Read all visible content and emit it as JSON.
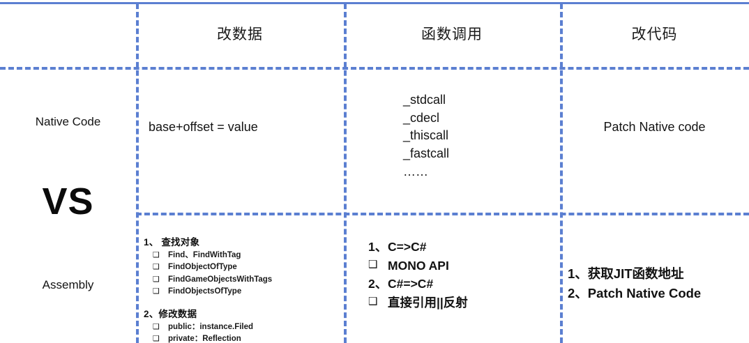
{
  "slide": {
    "title_center_label": "VS",
    "accent_color": "#5b7fd1",
    "text_color": "#141414"
  },
  "table": {
    "column_headers": [
      {
        "label": ""
      },
      {
        "label": "改数据"
      },
      {
        "label": "函数调用"
      },
      {
        "label": "改代码"
      }
    ],
    "row_labels": [
      {
        "label": "Native Code"
      },
      {
        "label": "Assembly"
      }
    ],
    "native": {
      "data": "base+offset = value",
      "calls": "_stdcall\n_cdecl\n_thiscall\n_fastcall\n……",
      "code": "Patch Native code"
    },
    "assembly": {
      "data_groups": [
        {
          "heading": "1、 查找对象",
          "items": [
            {
              "marker": "❑",
              "label": "Find、FindWithTag"
            },
            {
              "marker": "❑",
              "label": "FindObjectOfType"
            },
            {
              "marker": "❑",
              "label": "FindGameObjectsWithTags"
            },
            {
              "marker": "❑",
              "label": "FindObjectsOfType"
            }
          ]
        },
        {
          "heading": "2、修改数据",
          "items": [
            {
              "marker": "❑",
              "label": "public：instance.Filed"
            },
            {
              "marker": "❑",
              "label": "private：Reflection"
            }
          ]
        }
      ],
      "calls_lines": [
        {
          "marker": "1、",
          "label": "C=>C#",
          "type": "num"
        },
        {
          "marker": "❑",
          "label": "MONO API",
          "type": "box"
        },
        {
          "marker": "2、",
          "label": "C#=>C#",
          "type": "num"
        },
        {
          "marker": "❑",
          "label": "直接引用||反射",
          "type": "box"
        }
      ],
      "code_lines": [
        {
          "label": "1、获取JIT函数地址"
        },
        {
          "label": "2、Patch Native Code"
        }
      ]
    }
  }
}
